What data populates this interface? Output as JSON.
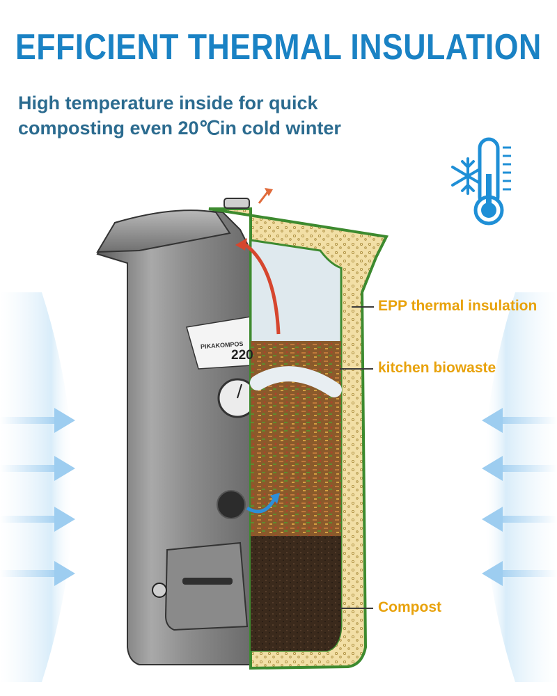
{
  "header": {
    "title": "EFFICIENT THERMAL INSULATION",
    "subtitle_line1": "High temperature inside for quick",
    "subtitle_line2": "composting even 20℃in cold winter"
  },
  "product": {
    "brand": "PIKAKOMPOS",
    "model": "220"
  },
  "callouts": {
    "insulation": "EPP thermal insulation",
    "biowaste": "kitchen biowaste",
    "compost": "Compost"
  },
  "icons": {
    "cold_icon": "snowflake-thermometer-icon"
  },
  "colors": {
    "title": "#1a82c4",
    "subtitle": "#2b6b8f",
    "callout": "#e8a20c",
    "insulation_fill": "#f2dfa6",
    "insulation_border": "#3d8a2f"
  }
}
